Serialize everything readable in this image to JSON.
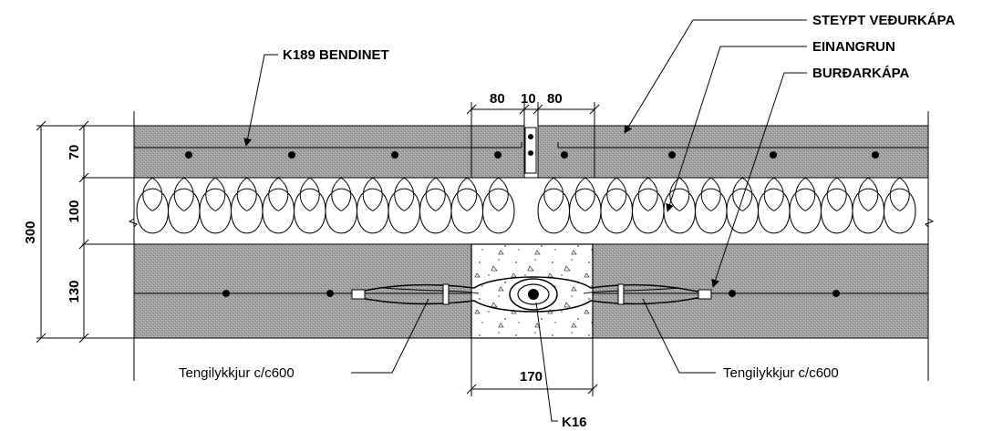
{
  "labels": {
    "bendinet": "K189 BENDINET",
    "vedurkapa": "STEYPT VEÐURKÁPA",
    "einangrun": "EINANGRUN",
    "burdarkapa": "BURÐARKÁPA",
    "tie_left": "Tengilykkjur c/c600",
    "tie_right": "Tengilykkjur c/c600",
    "bar": "K16"
  },
  "dimensions": {
    "total": "300",
    "outer_leaf": "70",
    "insulation": "100",
    "inner_leaf": "130",
    "gap_left": "80",
    "gap_mid": "10",
    "gap_right": "80",
    "joint_width": "170"
  },
  "colors": {
    "concrete": "#9a9a9a",
    "line": "#000000",
    "background": "#ffffff"
  }
}
